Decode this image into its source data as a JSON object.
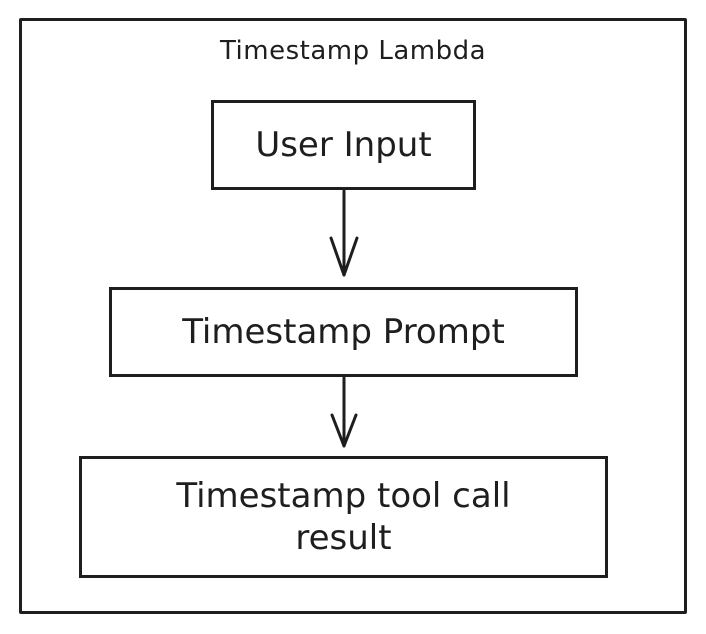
{
  "diagram": {
    "container_label": "Timestamp Lambda",
    "nodes": [
      {
        "id": "user-input",
        "label": "User Input"
      },
      {
        "id": "timestamp-prompt",
        "label": "Timestamp Prompt"
      },
      {
        "id": "tool-result",
        "label": "Timestamp tool call result"
      }
    ],
    "edges": [
      {
        "from": "user-input",
        "to": "timestamp-prompt"
      },
      {
        "from": "timestamp-prompt",
        "to": "tool-result"
      }
    ],
    "stroke_color": "#1e1e1e",
    "background_color": "#ffffff"
  }
}
